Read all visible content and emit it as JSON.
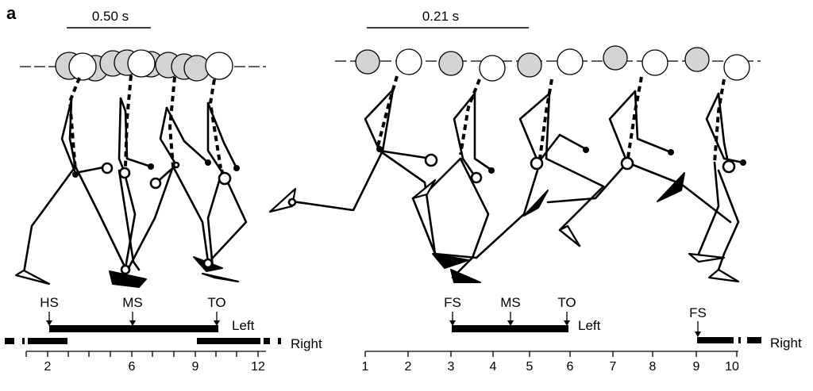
{
  "panel_label": "a",
  "left_panel": {
    "scale_bar": "0.50 s",
    "events": [
      "HS",
      "MS",
      "TO"
    ],
    "side_top": "Left",
    "side_bottom": "Right",
    "ticks": [
      "2",
      "6",
      "9",
      "12"
    ]
  },
  "right_panel": {
    "scale_bar": "0.21 s",
    "events": [
      "FS",
      "MS",
      "TO"
    ],
    "event_second": "FS",
    "side_top": "Left",
    "side_bottom": "Right",
    "ticks": [
      "1",
      "2",
      "3",
      "4",
      "5",
      "6",
      "7",
      "8",
      "9",
      "10"
    ]
  },
  "colors": {
    "ink": "#000000",
    "gray_head": "#d4d4d4",
    "background": "#ffffff"
  }
}
